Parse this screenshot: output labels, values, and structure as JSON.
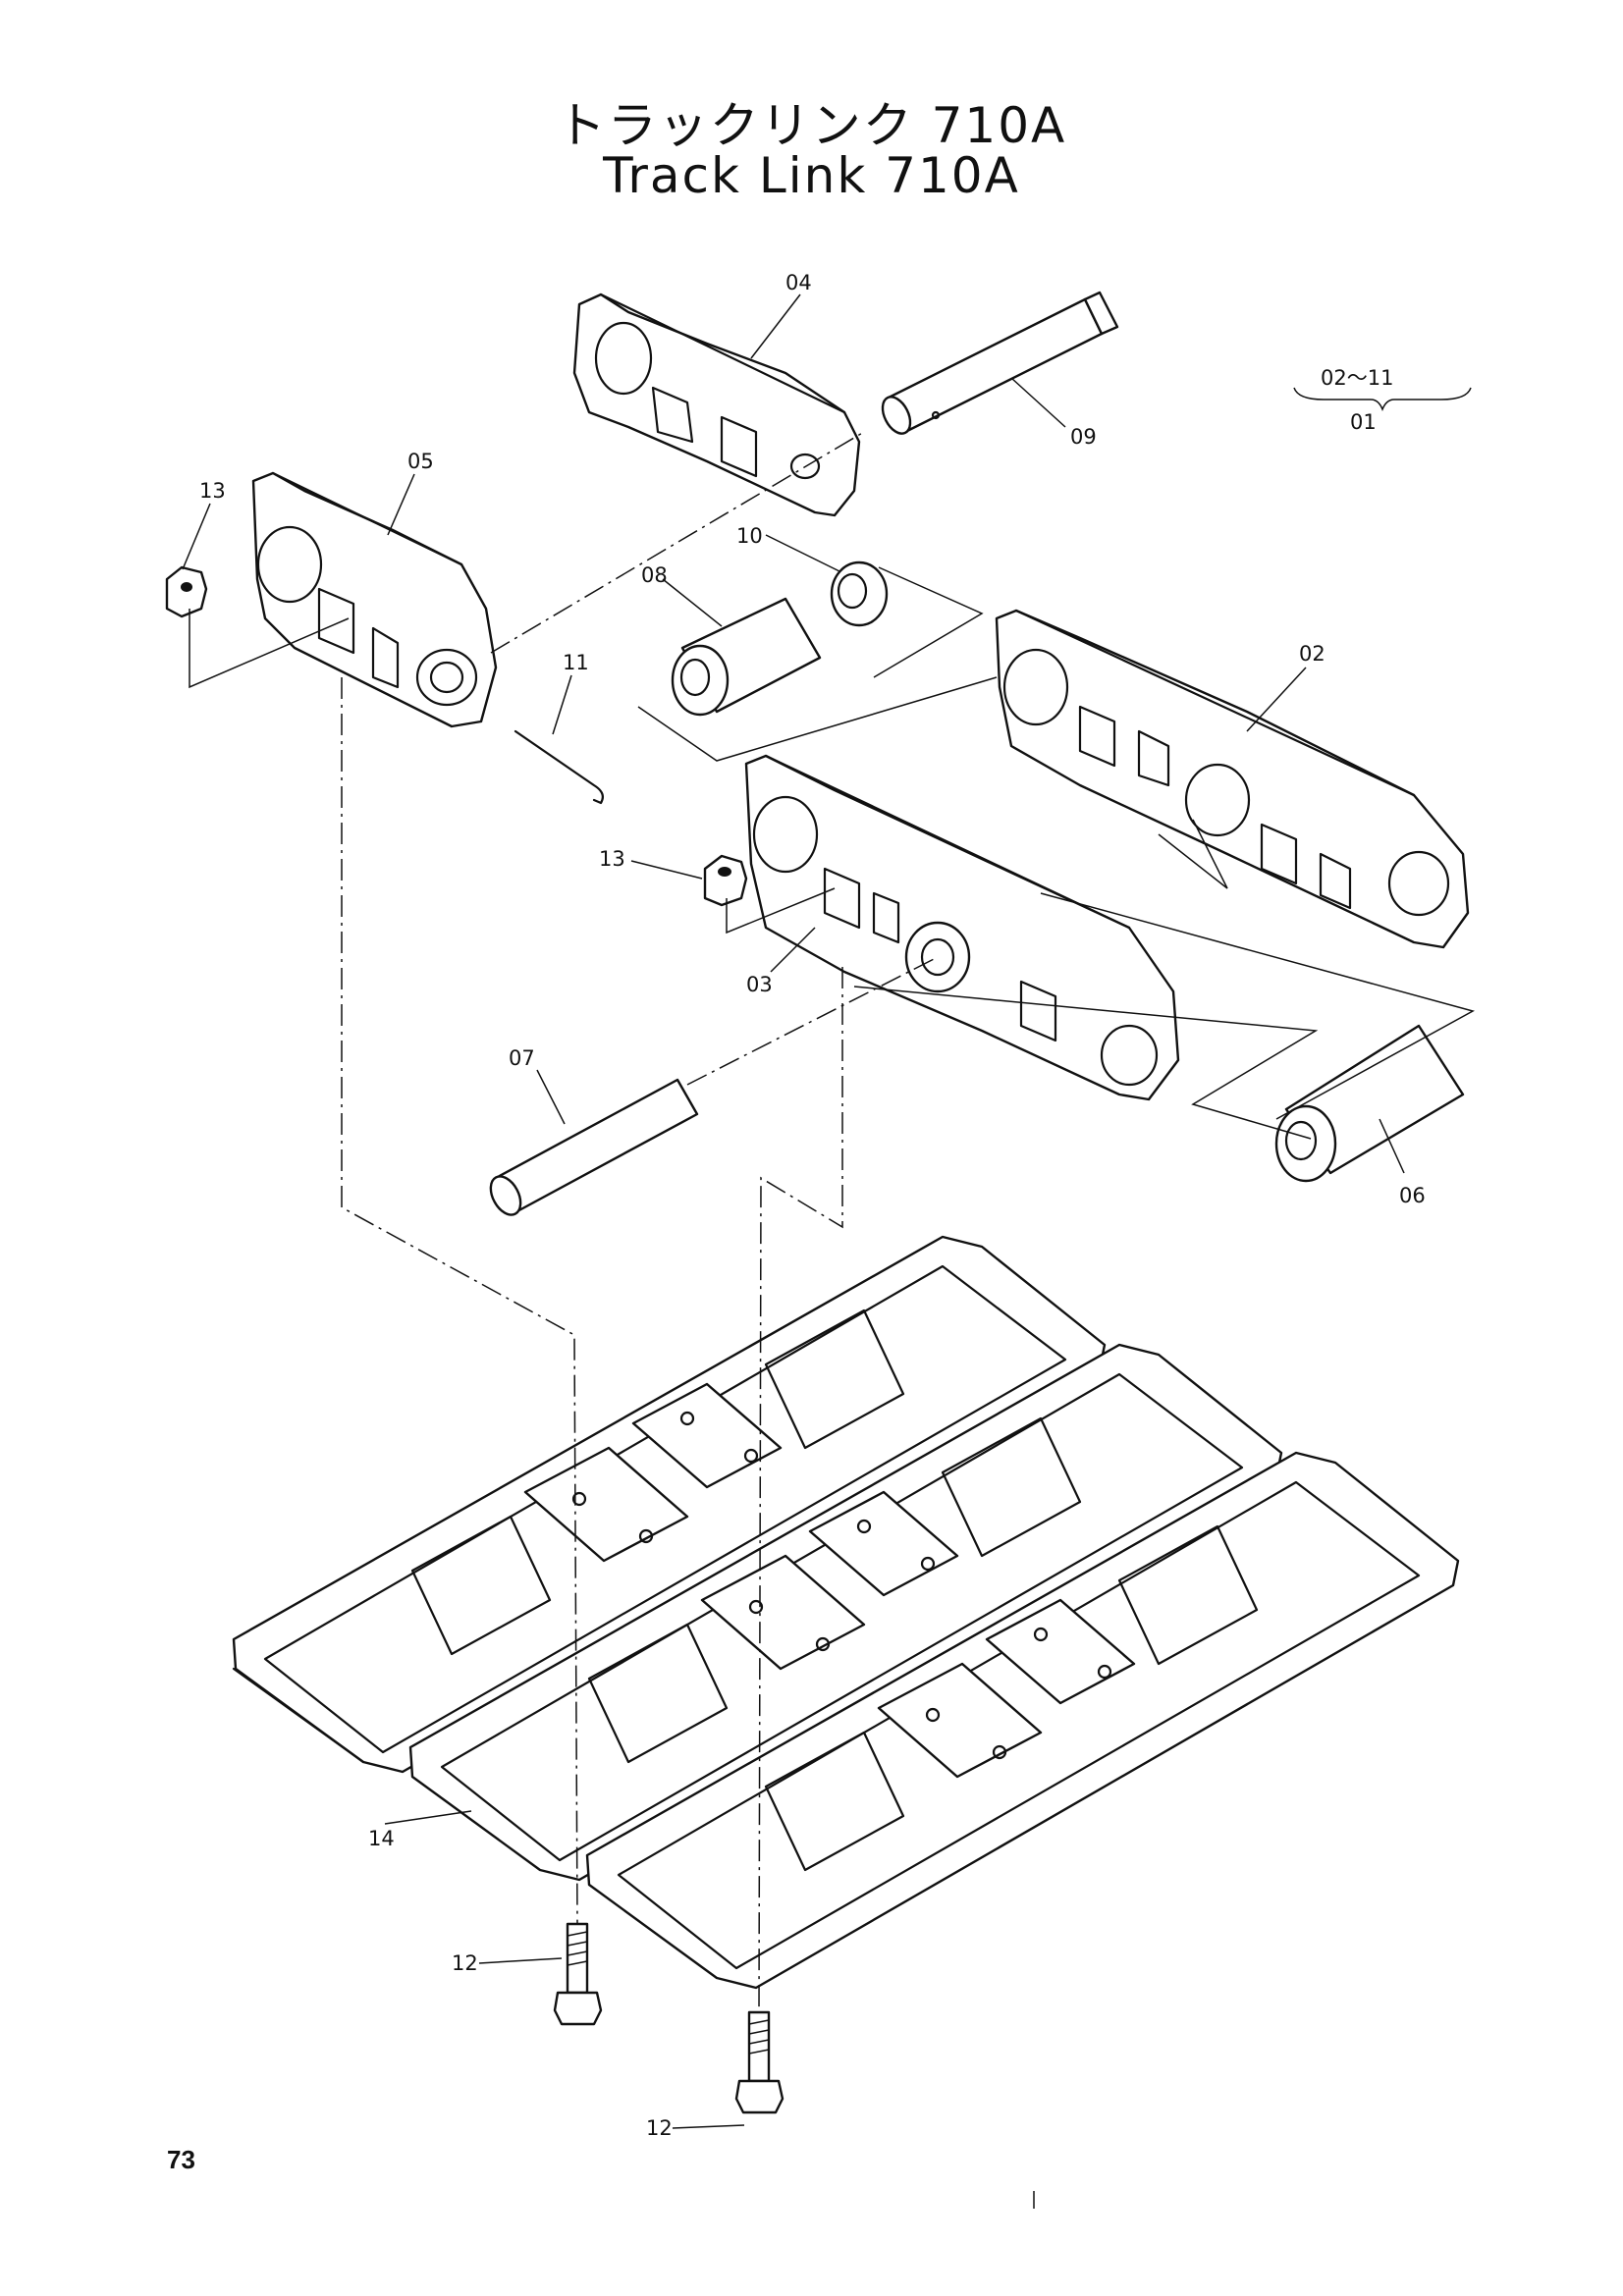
{
  "title": {
    "japanese": "トラックリンク 710A",
    "english": "Track Link 710A"
  },
  "range_label": {
    "top": "02～11",
    "bottom": "01"
  },
  "callouts": {
    "c02": "02",
    "c03": "03",
    "c04": "04",
    "c05": "05",
    "c06": "06",
    "c07": "07",
    "c08": "08",
    "c09": "09",
    "c10": "10",
    "c11": "11",
    "c12a": "12",
    "c12b": "12",
    "c13a": "13",
    "c13b": "13",
    "c14": "14"
  },
  "page_number": "73"
}
